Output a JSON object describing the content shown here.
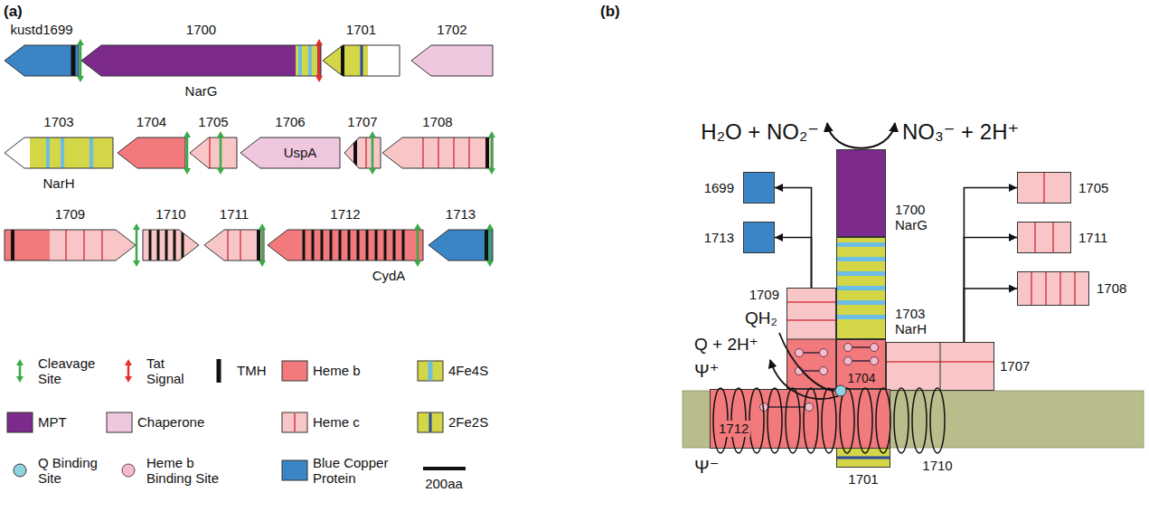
{
  "diagram": {
    "nodes": [
      {
        "text": [
          "kustd1699"
        ]
      },
      {
        "text": [
          "1700",
          "NarG"
        ]
      },
      {
        "text": [
          "1701"
        ]
      },
      {
        "text": [
          "1702"
        ]
      },
      {
        "text": [
          "1703",
          "NarH"
        ]
      },
      {
        "text": [
          "1704"
        ]
      },
      {
        "text": [
          "1705"
        ]
      },
      {
        "text": [
          "1706",
          "UspA"
        ]
      },
      {
        "text": [
          "1707"
        ]
      },
      {
        "text": [
          "1708"
        ]
      },
      {
        "text": [
          "1709"
        ]
      },
      {
        "text": [
          "1710"
        ]
      },
      {
        "text": [
          "1711"
        ]
      },
      {
        "text": [
          "1712",
          "CydA"
        ]
      },
      {
        "text": [
          "1713"
        ]
      },
      {
        "text": [
          "1699"
        ]
      },
      {
        "text": [
          "1713"
        ]
      },
      {
        "text": [
          "1700 NarG"
        ]
      },
      {
        "text": [
          "1703 NarH"
        ]
      },
      {
        "text": [
          "1709"
        ]
      },
      {
        "text": [
          "1704"
        ]
      },
      {
        "text": [
          "1707"
        ]
      },
      {
        "text": [
          "1705"
        ]
      },
      {
        "text": [
          "1711"
        ]
      },
      {
        "text": [
          "1708"
        ]
      },
      {
        "text": [
          "1712"
        ]
      },
      {
        "text": [
          "1701"
        ]
      }
    ],
    "edges": [
      {
        "from": 19,
        "to": 15,
        "arrow": "to"
      },
      {
        "from": 19,
        "to": 16,
        "arrow": "to"
      },
      {
        "from": 21,
        "to": 22,
        "arrow": "to"
      },
      {
        "from": 21,
        "to": 23,
        "arrow": "to"
      },
      {
        "from": 21,
        "to": 24,
        "arrow": "to"
      }
    ],
    "labels": [
      "(a)",
      "(b)",
      "H₂O + NO₂⁻",
      "NO₃⁻ + 2H⁺",
      "QH₂",
      "Q + 2H⁺",
      "Ψ⁺",
      "Ψ⁻",
      "1710",
      "200aa"
    ],
    "legend": [
      {
        "text": "Cleavage Site"
      },
      {
        "text": "Tat Signal"
      },
      {
        "text": "TMH"
      },
      {
        "text": "Heme b",
        "color": "#f27a7c"
      },
      {
        "text": "4Fe4S"
      },
      {
        "text": "MPT",
        "color": "#7c2b8c"
      },
      {
        "text": "Chaperone",
        "color": "#efc7df"
      },
      {
        "text": "Heme c"
      },
      {
        "text": "2Fe2S"
      },
      {
        "text": "Q Binding Site"
      },
      {
        "text": "Heme b Binding Site"
      },
      {
        "text": "Blue Copper Protein",
        "color": "#3a85c6"
      }
    ]
  }
}
